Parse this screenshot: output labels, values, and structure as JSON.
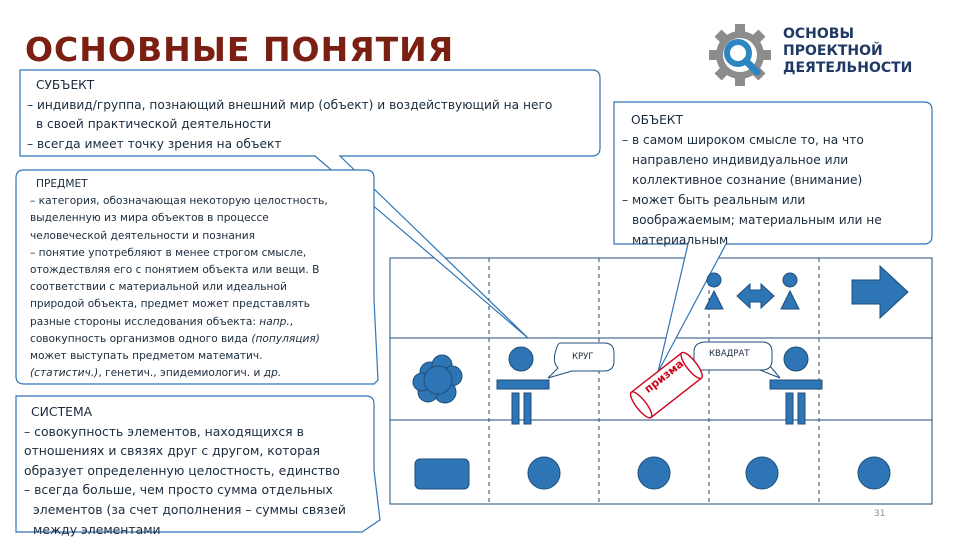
{
  "title": "ОСНОВНЫЕ ПОНЯТИЯ",
  "logo": {
    "line1": "ОСНОВЫ",
    "line2": "ПРОЕКТНОЙ",
    "line3": "ДЕЯТЕЛЬНОСТИ",
    "icon": "gear-magnifier-icon"
  },
  "subject": {
    "heading": "СУБЪЕКТ",
    "line1": "– индивид/группа, познающий внешний мир (объект) и воздействующий на него",
    "line2": "в своей практической деятельности",
    "line3": "– всегда имеет точку зрения на объект"
  },
  "object": {
    "heading": "ОБЪЕКТ",
    "line1": "– в самом широком смысле то, на что",
    "line2": "направлено индивидуальное или",
    "line3": "коллективное сознание (внимание)",
    "line4": "– может быть реальным или",
    "line5": "воображаемым; материальным или не",
    "line6": "материальным"
  },
  "predmet": {
    "heading": "ПРЕДМЕТ",
    "line1": "– категория, обозначающая некоторую целостность,",
    "line2": "выделенную из мира объектов в процессе",
    "line3": "человеческой деятельности и познания",
    "line4": "– понятие употребляют в менее строгом смысле,",
    "line5": "отождествляя его с понятием объекта или вещи. В",
    "line6": "соответствии с материальной или идеальной",
    "line7": "природой объекта, предмет может представлять",
    "line8a": "разные стороны исследования объекта: ",
    "line8b": "напр.",
    "line8c": ",",
    "line9a": "совокупность организмов одного вида ",
    "line9b": "(популяция)",
    "line10": "может выступать предметом математич.",
    "line11a": "(статистич.)",
    "line11b": ", генетич., эпидемиологич. и ",
    "line11c": "др."
  },
  "system": {
    "heading": "СИСТЕМА",
    "line1": "– совокупность элементов, находящихся в",
    "line2": "отношениях и связях друг с другом, которая",
    "line3": "образует определенную целостность, единство",
    "line4": "– всегда больше, чем просто сумма отдельных",
    "line5": "элементов (за счет дополнения – суммы связей",
    "line6": "между элементами"
  },
  "diagram": {
    "label_krug": "КРУГ",
    "label_kvadrat": "КВАДРАТ",
    "label_prizma": "призма"
  },
  "colors": {
    "title": "#7b1f12",
    "shape_fill": "#2e75b6",
    "shape_stroke": "#1f4e79",
    "logo_gear": "#8c8c8c",
    "logo_lens": "#2e86c1",
    "prizma_red": "#d0021b",
    "callout_stroke": "#2e75b6"
  },
  "page_number": "31"
}
